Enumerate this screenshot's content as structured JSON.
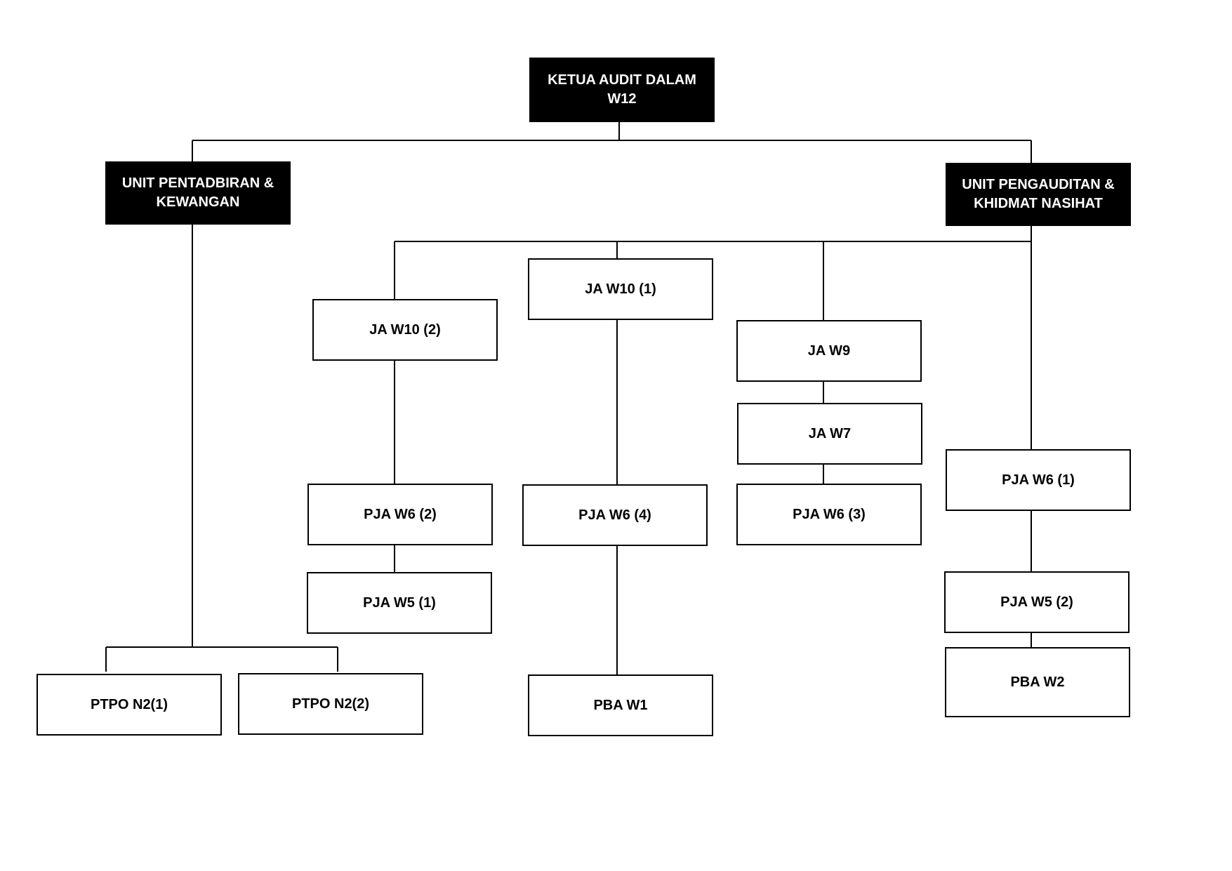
{
  "nodes": {
    "head": {
      "label": "KETUA AUDIT DALAM\nW12"
    },
    "admin_unit": {
      "label": "UNIT PENTADBIRAN &\nKEWANGAN"
    },
    "audit_unit": {
      "label": "UNIT PENGAUDITAN &\nKHIDMAT NASIHAT"
    },
    "ja_w10_2": {
      "label": "JA W10 (2)"
    },
    "ja_w10_1": {
      "label": "JA W10 (1)"
    },
    "ja_w9": {
      "label": "JA W9"
    },
    "ja_w7": {
      "label": "JA W7"
    },
    "pja_w6_1": {
      "label": "PJA W6 (1)"
    },
    "pja_w6_2": {
      "label": "PJA W6 (2)"
    },
    "pja_w6_4": {
      "label": "PJA W6 (4)"
    },
    "pja_w6_3": {
      "label": "PJA W6 (3)"
    },
    "pja_w5_1": {
      "label": "PJA W5 (1)"
    },
    "pja_w5_2": {
      "label": "PJA W5 (2)"
    },
    "pba_w2": {
      "label": "PBA W2"
    },
    "pba_w1": {
      "label": "PBA W1"
    },
    "ptpo_n2_1": {
      "label": "PTPO N2(1)"
    },
    "ptpo_n2_2": {
      "label": "PTPO N2(2)"
    }
  },
  "colors": {
    "dark_fill": "#000000",
    "dark_text": "#ffffff",
    "line": "#000000"
  }
}
